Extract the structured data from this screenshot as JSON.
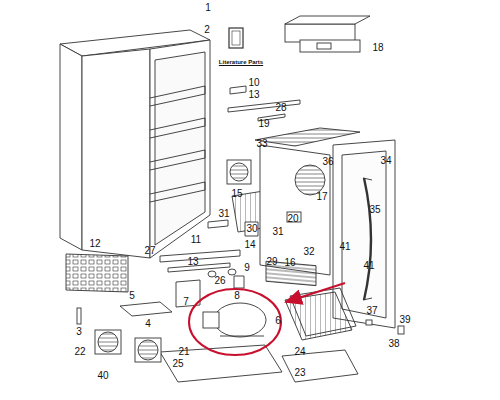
{
  "diagram": {
    "labels": [
      "1",
      "2",
      "Literature Parts",
      "10",
      "13",
      "18",
      "19",
      "28",
      "33",
      "36",
      "34",
      "15",
      "17",
      "35",
      "20",
      "31",
      "14",
      "41",
      "31",
      "30",
      "12",
      "27",
      "11",
      "13",
      "26",
      "9",
      "29",
      "16",
      "32",
      "41",
      "7",
      "8",
      "5",
      "6",
      "3",
      "4",
      "37",
      "39",
      "38",
      "22",
      "21",
      "24",
      "40",
      "25",
      "23"
    ]
  }
}
